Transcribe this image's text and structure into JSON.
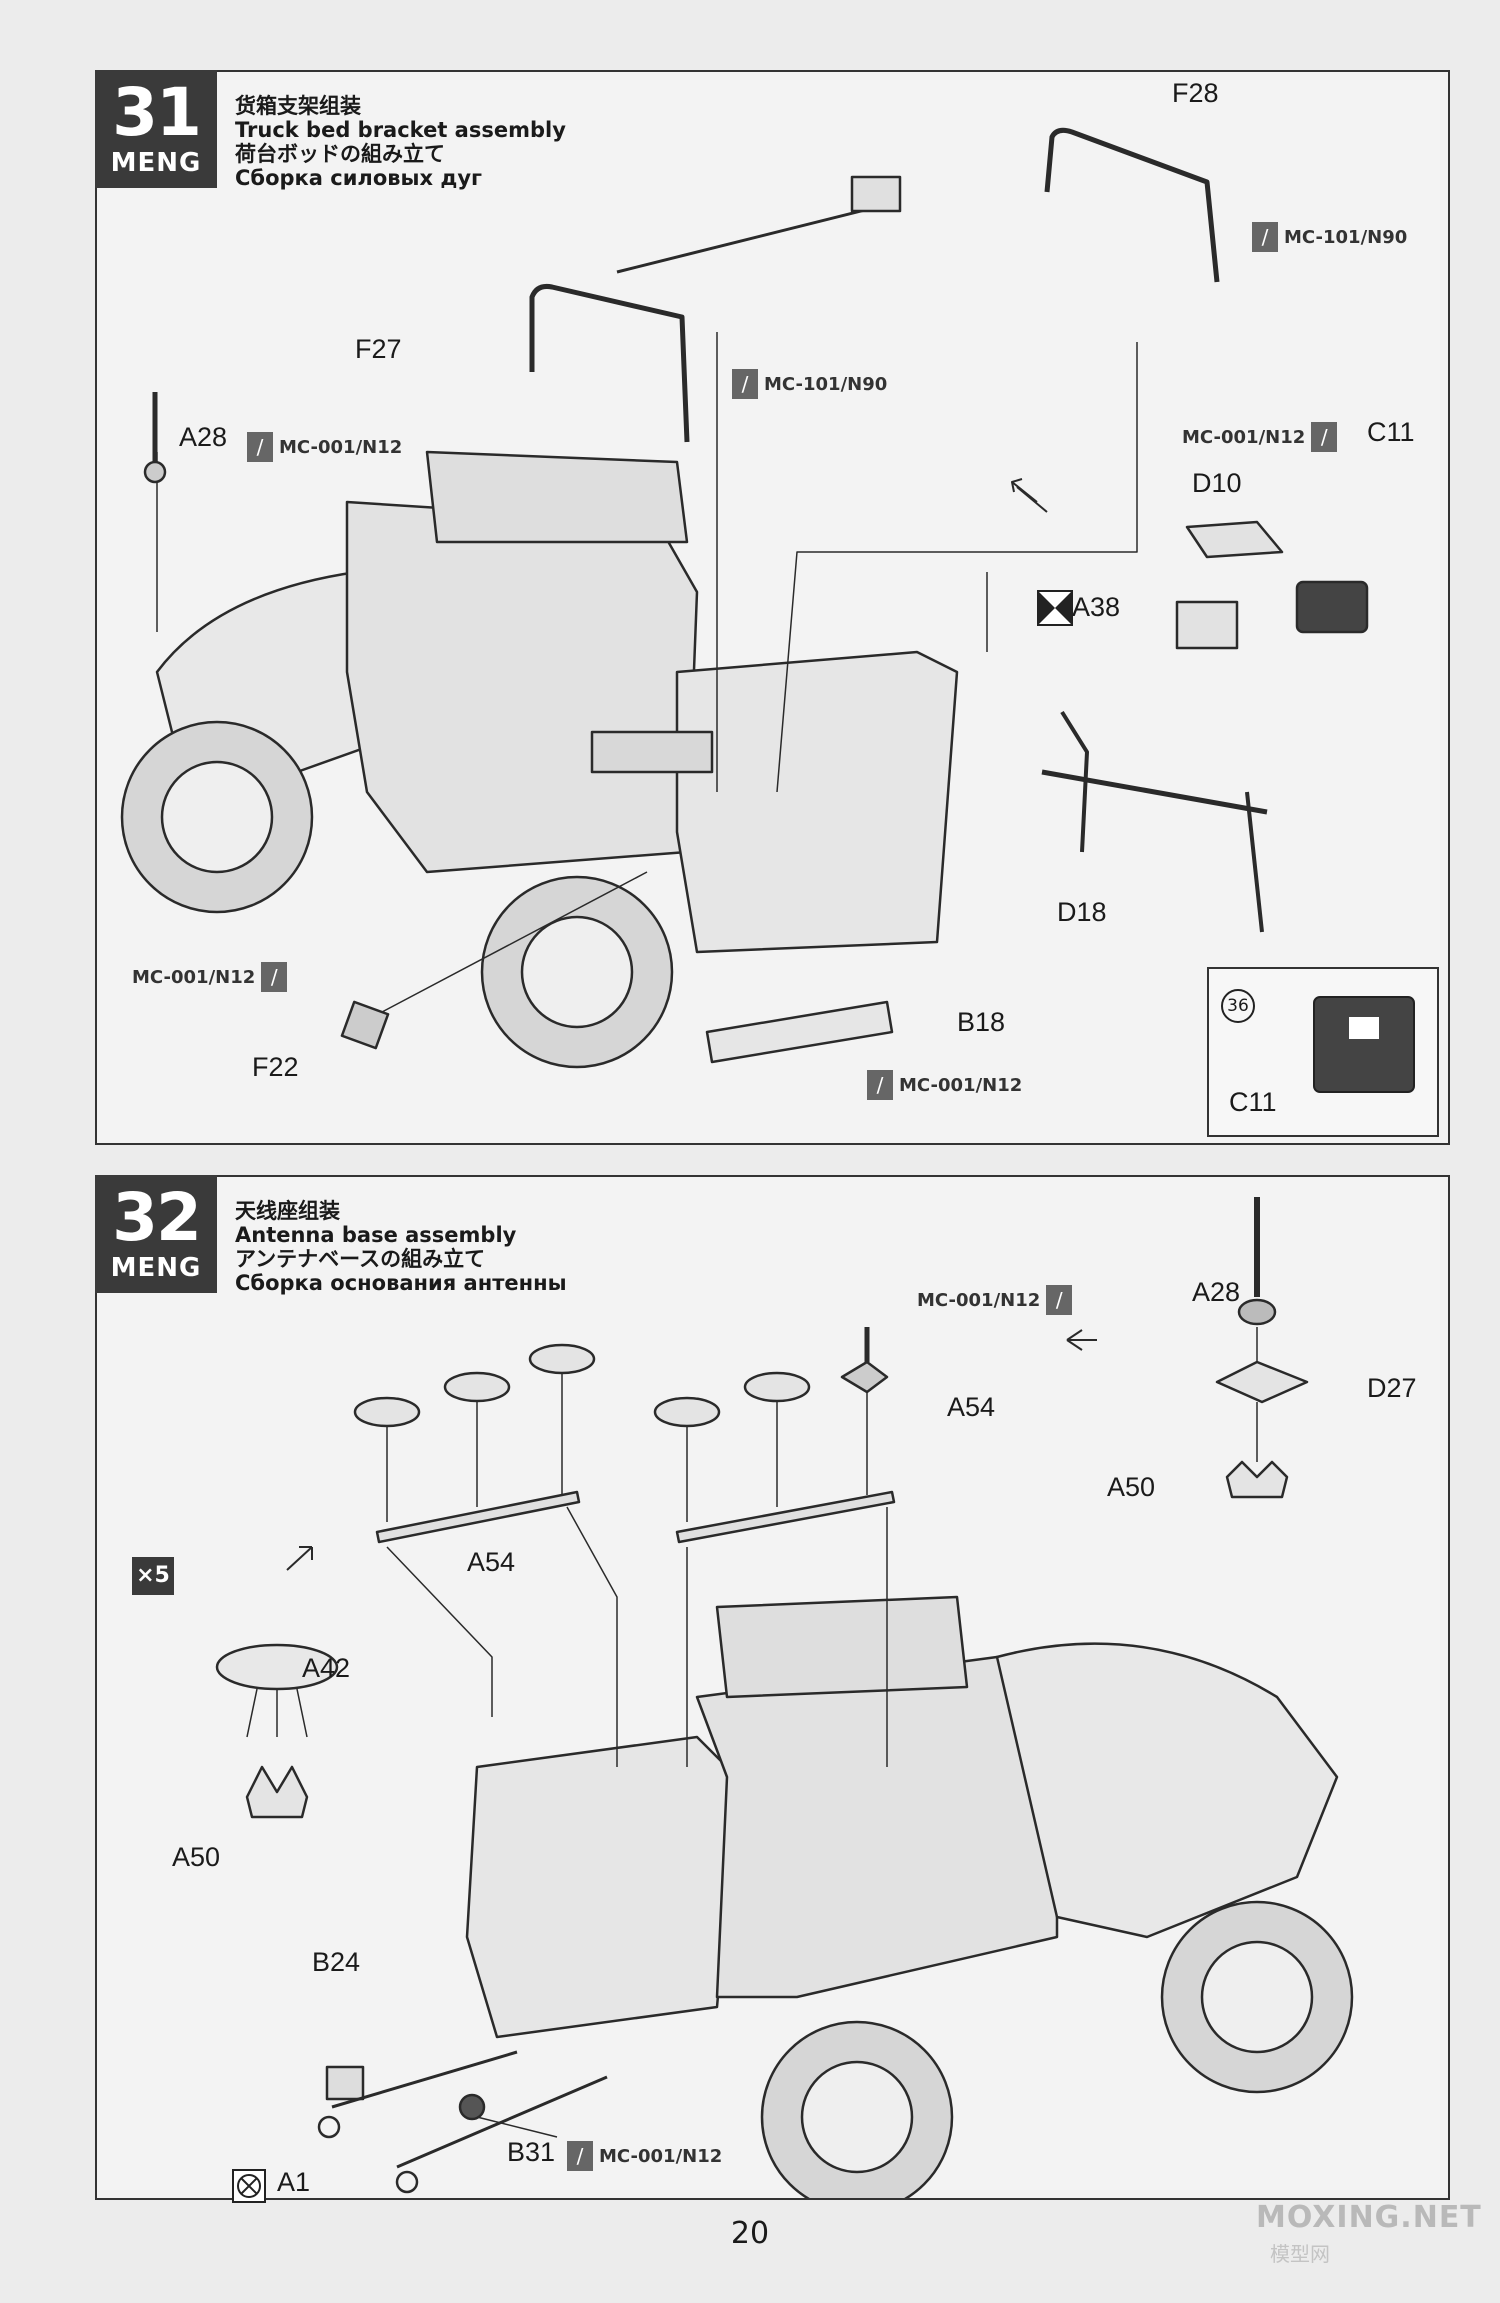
{
  "page_number": "20",
  "watermark": {
    "main": "MOXING.NET",
    "sub": "模型网"
  },
  "brand": "MENG",
  "paint_code_a": "MC-101/N90",
  "paint_code_b": "MC-001/N12",
  "step31": {
    "number": "31",
    "title_zh": "货箱支架组装",
    "title_en": "Truck bed bracket assembly",
    "title_ja": "荷台ボッドの組み立て",
    "title_ru": "Сборка силовых дуг",
    "parts": [
      "F28",
      "F27",
      "A28",
      "C11",
      "D10",
      "A38",
      "D18",
      "B18",
      "F22"
    ],
    "inset": {
      "step_ref": "36",
      "part": "C11"
    }
  },
  "step32": {
    "number": "32",
    "title_zh": "天线座组装",
    "title_en": "Antenna base assembly",
    "title_ja": "アンテナベースの組み立て",
    "title_ru": "Сборка основания антенны",
    "multiplier": "×5",
    "parts": [
      "A28",
      "A54",
      "D27",
      "A54",
      "A50",
      "A42",
      "A50",
      "B24",
      "B31",
      "A1"
    ]
  },
  "colors": {
    "ink": "#1a1a1a",
    "panel_bg": "#f3f3f3",
    "badge": "#3a3a3a",
    "paint_icon": "#666666"
  }
}
